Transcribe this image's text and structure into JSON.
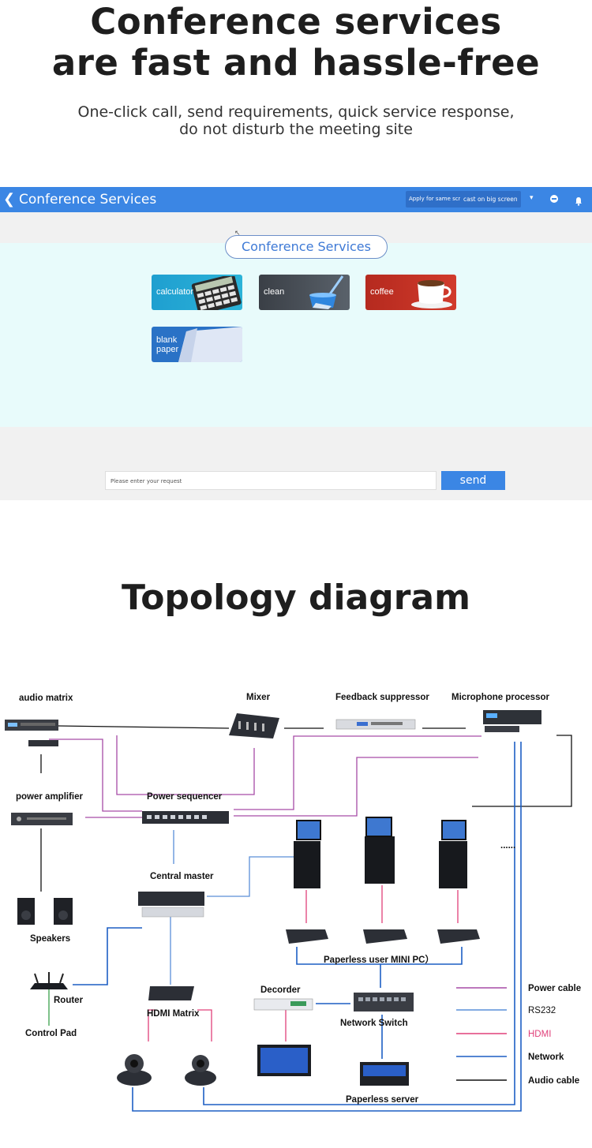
{
  "hero": {
    "title_line1": "Conference services",
    "title_line2": "are fast and hassle-free",
    "subtitle_line1": "One-click call, send requirements, quick service response,",
    "subtitle_line2": "do not disturb the meeting site"
  },
  "app": {
    "title": "Conference Services",
    "header_buttons": [
      "Apply for same screen",
      "cast on big screen"
    ],
    "section_title": "Conference Services",
    "services": [
      "calculator",
      "clean",
      "coffee",
      "blank paper"
    ],
    "request_placeholder": "Please enter your request",
    "send_label": "send",
    "colors": {
      "header": "#3b86e4",
      "content_bg": "#e8fbfb",
      "accent": "#3e7ad6"
    }
  },
  "topology": {
    "title": "Topology diagram",
    "nodes": {
      "audio_matrix": "audio matrix",
      "mixer": "Mixer",
      "feedback_suppressor": "Feedback suppressor",
      "microphone_processor": "Microphone processor",
      "power_amplifier": "power amplifier",
      "power_sequencer": "Power sequencer",
      "central_master": "Central master",
      "speakers": "Speakers",
      "router": "Router",
      "control_pad": "Control Pad",
      "hdmi_matrix": "HDMI Matrix",
      "decorder": "Decorder",
      "network_switch": "Network Switch",
      "mini_pc": "Paperless user MINI PC）",
      "paperless_server": "Paperless server",
      "more": "......"
    },
    "legend": [
      {
        "label": "Power cable",
        "color": "#a64ca6"
      },
      {
        "label": "RS232",
        "color": "#5a8fd8"
      },
      {
        "label": "HDMI",
        "color": "#e0407a"
      },
      {
        "label": "Network",
        "color": "#1d5fc4"
      },
      {
        "label": "Audio cable",
        "color": "#111111"
      }
    ]
  }
}
